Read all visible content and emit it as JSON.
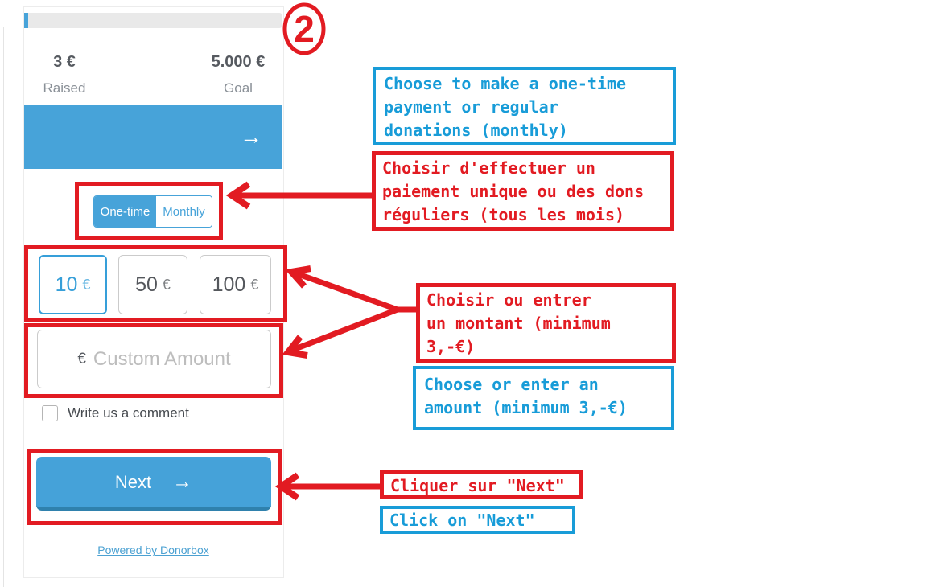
{
  "colors": {
    "brand_blue": "#47a3d9",
    "annotation_red": "#e21b22",
    "annotation_blue": "#189cd8"
  },
  "badge": {
    "number": "2"
  },
  "widget": {
    "stats": {
      "raised_value": "3 €",
      "raised_label": "Raised",
      "goal_value": "5.000 €",
      "goal_label": "Goal"
    },
    "carousel": {
      "next_arrow": "→"
    },
    "toggle": {
      "one_time": "One-time",
      "monthly": "Monthly"
    },
    "amounts": [
      {
        "value": "10",
        "currency": "€",
        "selected": true
      },
      {
        "value": "50",
        "currency": "€",
        "selected": false
      },
      {
        "value": "100",
        "currency": "€",
        "selected": false
      }
    ],
    "custom_amount": {
      "prefix": "€",
      "placeholder": "Custom Amount"
    },
    "comment_label": "Write us a comment",
    "next_button": {
      "label": "Next",
      "arrow": "→"
    },
    "powered_by": "Powered by Donorbox"
  },
  "annotations": {
    "en_toggle": {
      "lines": [
        "Choose to make a one-time",
        "payment or regular",
        "donations (monthly)"
      ]
    },
    "fr_toggle": {
      "lines": [
        "Choisir d'effectuer un",
        "paiement unique ou des dons",
        "réguliers (tous les mois)"
      ]
    },
    "fr_amount": {
      "lines": [
        "Choisir ou entrer",
        "un montant (minimum",
        "3,-€)"
      ]
    },
    "en_amount": {
      "lines": [
        "Choose or enter an",
        "amount (minimum 3,-€)"
      ]
    },
    "fr_next": {
      "lines": [
        "Cliquer sur \"Next\""
      ]
    },
    "en_next": {
      "lines": [
        "Click on \"Next\""
      ]
    }
  }
}
